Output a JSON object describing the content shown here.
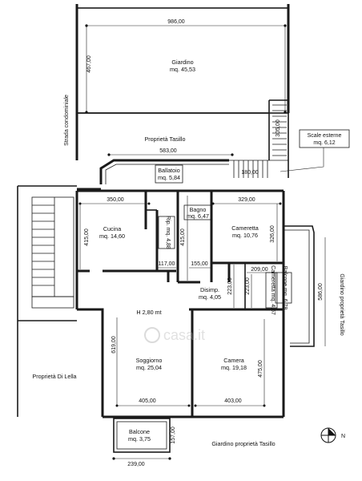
{
  "rooms": {
    "giardino_name": "Giardino",
    "giardino_area": "mq. 45,53",
    "cucina_name": "Cucina",
    "cucina_area": "mq. 14,60",
    "ripostiglio": "Rip. mq. 4,88",
    "bagno_name": "Bagno",
    "bagno_area": "mq. 6,47",
    "cameretta_name": "Cameretta",
    "cameretta_area": "mq. 10,76",
    "disimp_name": "Disimp.",
    "disimp_area": "mq. 4,05",
    "cameretta2": "Cameretta mq. 4,67",
    "balcone_right": "Balcone mq. 6,78",
    "soggiorno_name": "Soggiorno",
    "soggiorno_area": "mq. 25,04",
    "camera_name": "Camera",
    "camera_area": "mq. 19,18",
    "balcone_bottom_name": "Balcone",
    "balcone_bottom_area": "mq. 3,75",
    "ballatoio_name": "Ballatoio",
    "ballatoio_area": "mq. 5,84"
  },
  "labels": {
    "strada": "Strada condominiale",
    "proprieta_tasillo": "Proprietà Tasillo",
    "scale_esterne_1": "Scale esterne",
    "scale_esterne_2": "mq. 6,12",
    "giardino_tasillo_right": "Giardino proprietà Tasillo",
    "proprieta_di_lella": "Proprietà Di Lella",
    "giardino_tasillo_bottom": "Giardino proprietà Tasillo",
    "height": "H 2,80 mt",
    "north": "N"
  },
  "dimensions": {
    "d986": "986,00",
    "d467": "467,00",
    "d583": "583,00",
    "d305": "305,00",
    "d180": "180,00",
    "d350": "350,00",
    "d329": "329,00",
    "d415a": "415,00",
    "d415b": "415,00",
    "d326": "326,00",
    "d117": "117,00",
    "d155": "155,00",
    "d209": "209,00",
    "d223a": "223,00",
    "d223b": "223,00",
    "d586": "586,00",
    "d619": "619,00",
    "d475": "475,00",
    "d405": "405,00",
    "d403": "403,00",
    "d157": "157,00",
    "d239": "239,00"
  },
  "watermark": "casa.it"
}
